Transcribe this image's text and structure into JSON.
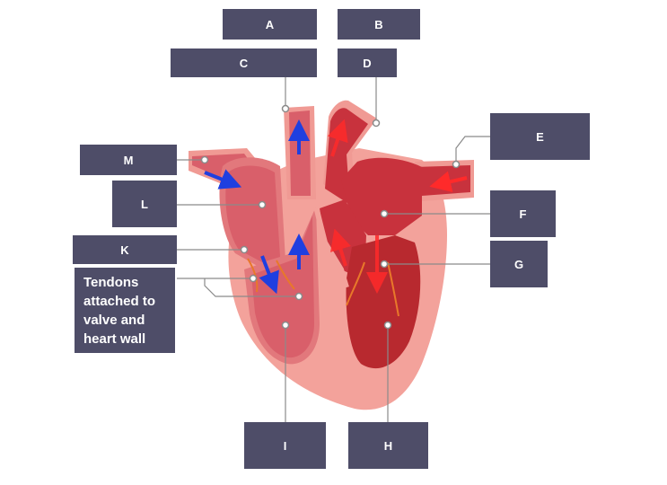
{
  "labels": {
    "A": "A",
    "B": "B",
    "C": "C",
    "D": "D",
    "E": "E",
    "F": "F",
    "G": "G",
    "H": "H",
    "I": "I",
    "K": "K",
    "L": "L",
    "M": "M",
    "tendons": "Tendons\nattached to\nvalve and\nheart wall"
  },
  "colors": {
    "label_box": "#4e4d68",
    "label_text": "#ffffff",
    "heart_outer": "#f3a29b",
    "heart_muscle": "#e2787c",
    "right_side_chamber": "#d95f6a",
    "left_side_chamber": "#c8323d",
    "valve_tendon": "#e8782a",
    "arrow_deoxygenated": "#1f3fe0",
    "arrow_oxygenated": "#ff2a2a",
    "leader_line": "#8a8a8a"
  },
  "icons": {
    "blood_flow_blue": "arrow-icon",
    "blood_flow_red": "arrow-icon"
  }
}
